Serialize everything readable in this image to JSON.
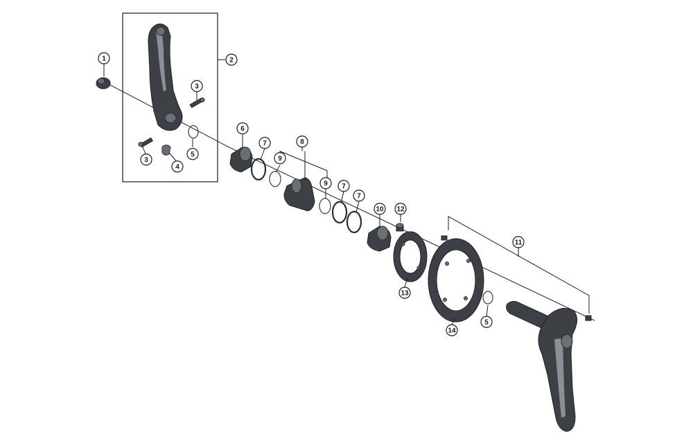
{
  "callouts": [
    {
      "id": "c1",
      "label": "1"
    },
    {
      "id": "c2",
      "label": "2"
    },
    {
      "id": "c3a",
      "label": "3"
    },
    {
      "id": "c3b",
      "label": "3"
    },
    {
      "id": "c4",
      "label": "4"
    },
    {
      "id": "c5a",
      "label": "5"
    },
    {
      "id": "c5b",
      "label": "5"
    },
    {
      "id": "c6",
      "label": "6"
    },
    {
      "id": "c7a",
      "label": "7"
    },
    {
      "id": "c7b",
      "label": "7"
    },
    {
      "id": "c7c",
      "label": "7"
    },
    {
      "id": "c8",
      "label": "8"
    },
    {
      "id": "c9a",
      "label": "9"
    },
    {
      "id": "c9b",
      "label": "9"
    },
    {
      "id": "c10",
      "label": "10"
    },
    {
      "id": "c11",
      "label": "11"
    },
    {
      "id": "c12",
      "label": "12"
    },
    {
      "id": "c13",
      "label": "13"
    },
    {
      "id": "c14",
      "label": "14"
    }
  ],
  "colors": {
    "part_dark": "#3d4146",
    "part_light": "#6a6f75",
    "line": "#1a1a1a"
  }
}
